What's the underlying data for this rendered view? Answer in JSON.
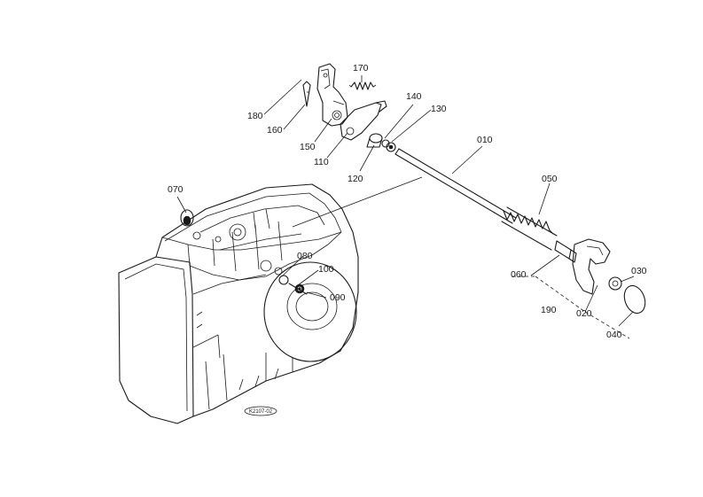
{
  "diagram": {
    "part_numbers": [
      "010",
      "020",
      "030",
      "040",
      "050",
      "060",
      "070",
      "080",
      "090",
      "100",
      "110",
      "120",
      "130",
      "140",
      "150",
      "160",
      "170",
      "180",
      "190"
    ],
    "reference_code": "K2107-02"
  }
}
